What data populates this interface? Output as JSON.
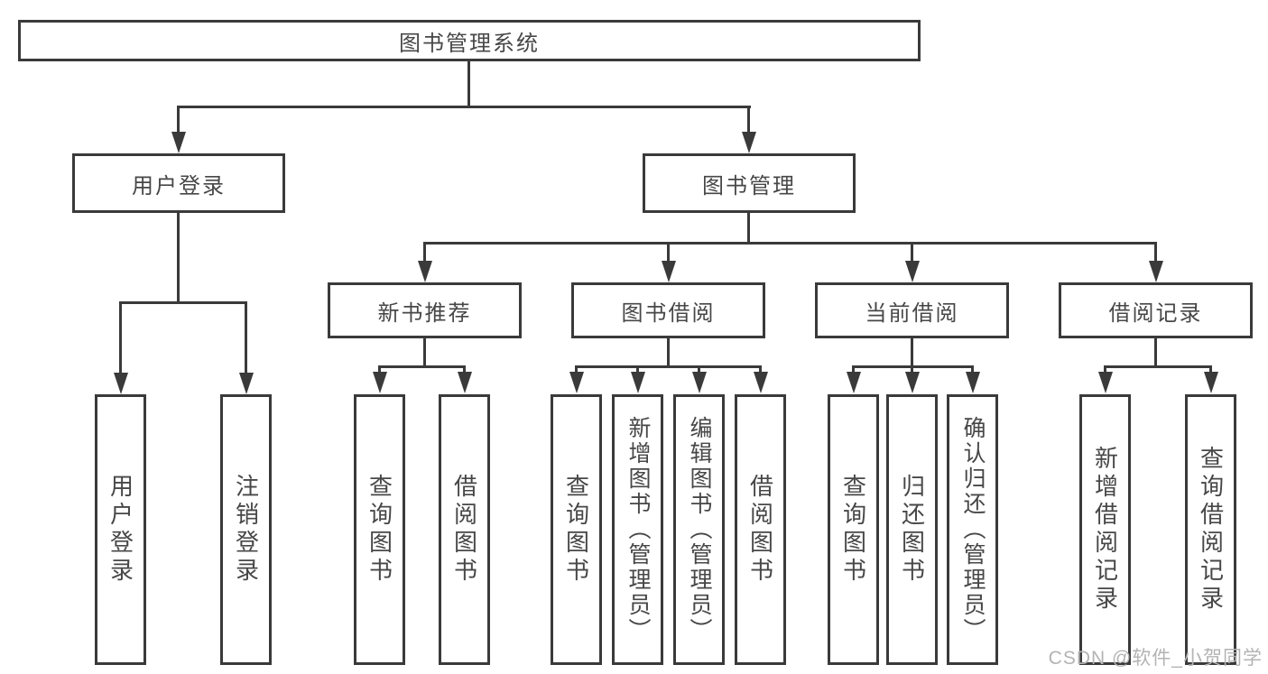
{
  "diagram": {
    "root": {
      "label": "图书管理系统"
    },
    "branches": [
      {
        "label": "用户登录",
        "children": [
          {
            "label": "用户登录"
          },
          {
            "label": "注销登录"
          }
        ]
      },
      {
        "label": "图书管理",
        "children": [
          {
            "label": "新书推荐",
            "children": [
              {
                "label": "查询图书"
              },
              {
                "label": "借阅图书"
              }
            ]
          },
          {
            "label": "图书借阅",
            "children": [
              {
                "label": "查询图书"
              },
              {
                "label": "新增图书（管理员）"
              },
              {
                "label": "编辑图书（管理员）"
              },
              {
                "label": "借阅图书"
              }
            ]
          },
          {
            "label": "当前借阅",
            "children": [
              {
                "label": "查询图书"
              },
              {
                "label": "归还图书"
              },
              {
                "label": "确认归还（管理员）"
              }
            ]
          },
          {
            "label": "借阅记录",
            "children": [
              {
                "label": "新增借阅记录"
              },
              {
                "label": "查询借阅记录"
              }
            ]
          }
        ]
      }
    ]
  },
  "watermark": {
    "text": "CSDN @软件_小贺同学"
  },
  "colors": {
    "line": "#3a3a3a",
    "box_border": "#3a3a3a",
    "text": "#474747",
    "watermark": "#b3b3b3",
    "background": "#ffffff"
  }
}
